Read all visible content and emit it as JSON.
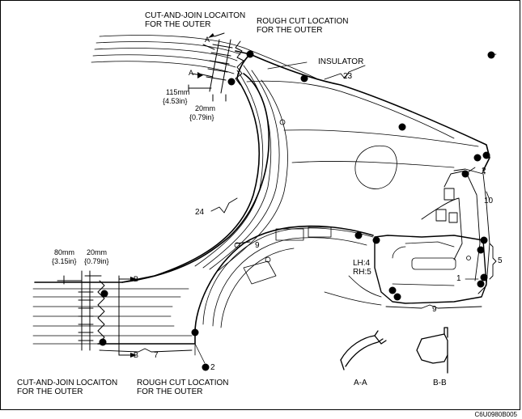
{
  "callouts": {
    "top_cut_join": [
      "CUT-AND-JOIN LOCAITON",
      "FOR THE OUTER"
    ],
    "top_rough_cut": [
      "ROUGH CUT LOCATION",
      "FOR THE OUTER"
    ],
    "insulator": "INSULATOR",
    "bottom_cut_join": [
      "CUT-AND-JOIN LOCAITON",
      "FOR THE OUTER"
    ],
    "bottom_rough_cut": [
      "ROUGH CUT LOCATION",
      "FOR THE OUTER"
    ]
  },
  "dimensions": {
    "d115": {
      "mm": "115mm",
      "in": "{4.53in}"
    },
    "d20_top": {
      "mm": "20mm",
      "in": "{0.79in}"
    },
    "d80": {
      "mm": "80mm",
      "in": "{3.15in}"
    },
    "d20_bottom": {
      "mm": "20mm",
      "in": "{0.79in}"
    }
  },
  "section_markers": {
    "a": "A",
    "b": "B"
  },
  "part_numbers": {
    "p23": "23",
    "p24": "24",
    "p2_right": "2",
    "p10": "10",
    "p5": "5",
    "p1": "1",
    "p9_arch": "9",
    "p9_bottom": "9",
    "p7": "7",
    "p2_bottom": "2"
  },
  "weld_counts": {
    "lh": "LH:4",
    "rh": "RH:5"
  },
  "section_views": {
    "aa": "A-A",
    "bb": "B-B"
  },
  "figure_code": "C6U0980B005"
}
